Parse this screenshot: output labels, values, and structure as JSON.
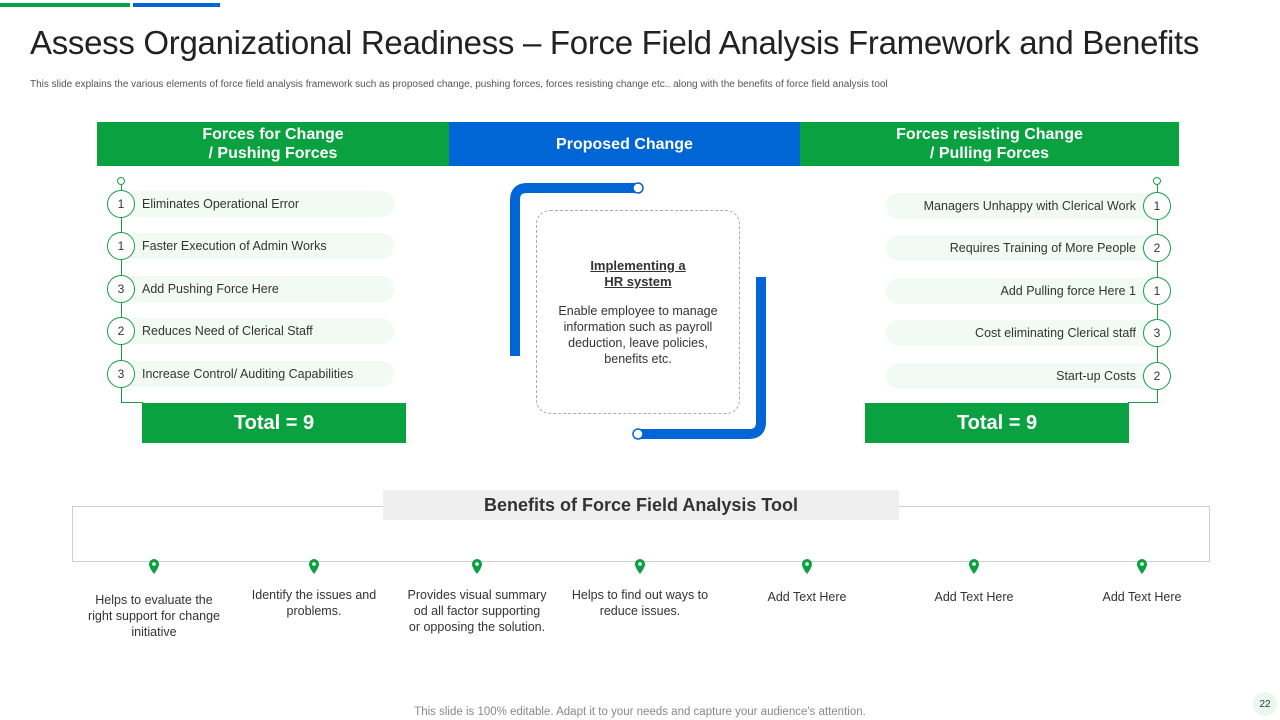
{
  "title": "Assess Organizational Readiness – Force Field Analysis Framework and Benefits",
  "subtitle": "This slide explains the various elements of force field analysis framework such as proposed change, pushing forces, forces resisting change etc.. along with the benefits of force field analysis tool",
  "colors": {
    "green": "#0aa240",
    "blue": "#0066d6",
    "line_green": "#1a9c48"
  },
  "headers": {
    "left_line1": "Forces for Change",
    "left_line2": "/ Pushing Forces",
    "center": "Proposed Change",
    "right_line1": "Forces resisting Change",
    "right_line2": "/ Pulling Forces"
  },
  "left_items": [
    {
      "score": "1",
      "label": "Eliminates Operational Error"
    },
    {
      "score": "1",
      "label": "Faster Execution of Admin Works"
    },
    {
      "score": "3",
      "label": "Add Pushing Force Here"
    },
    {
      "score": "2",
      "label": "Reduces Need of Clerical Staff"
    },
    {
      "score": "3",
      "label": "Increase Control/ Auditing Capabilities"
    }
  ],
  "right_items": [
    {
      "score": "1",
      "label": "Managers Unhappy with Clerical Work"
    },
    {
      "score": "2",
      "label": "Requires Training of More People"
    },
    {
      "score": "1",
      "label": "Add Pulling force Here 1"
    },
    {
      "score": "3",
      "label": "Cost eliminating Clerical staff"
    },
    {
      "score": "2",
      "label": "Start-up Costs"
    }
  ],
  "left_total": "Total = 9",
  "right_total": "Total = 9",
  "proposed": {
    "title_line1": "Implementing a",
    "title_line2": "HR system",
    "text": "Enable employee to manage information such as payroll deduction, leave policies, benefits etc."
  },
  "benefits_title": "Benefits of Force Field Analysis Tool",
  "benefits": [
    "Helps to evaluate the right support for change initiative",
    "Identify the issues and problems.",
    "Provides visual summary od all factor supporting or opposing the solution.",
    "Helps to find out ways to reduce issues.",
    "Add Text Here",
    "Add Text Here",
    "Add Text Here"
  ],
  "footer": "This slide is 100% editable. Adapt it to your needs and capture your audience's attention.",
  "page_number": "22"
}
